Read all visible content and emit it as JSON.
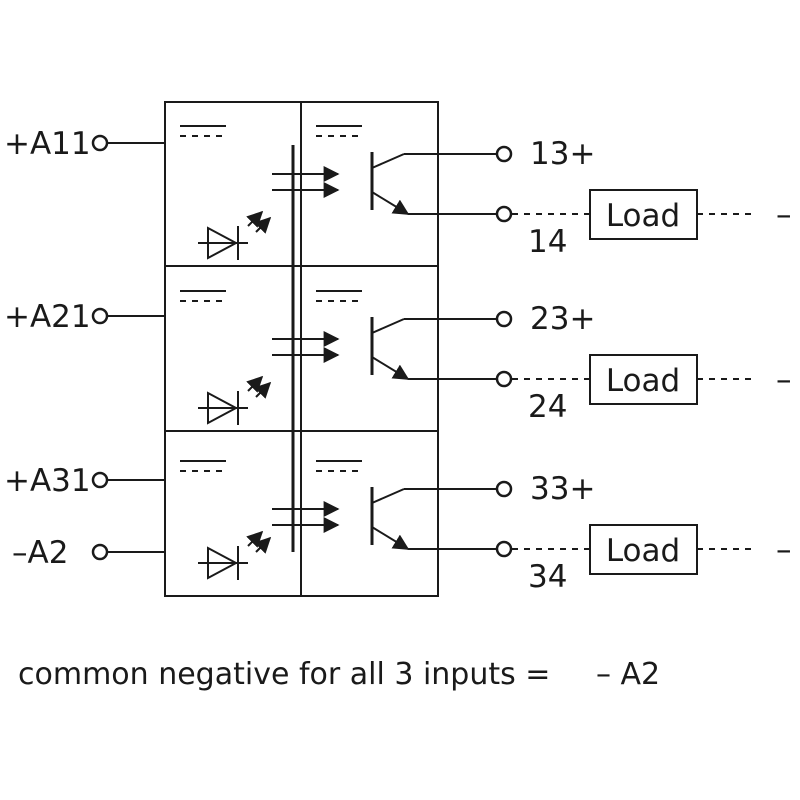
{
  "inputs": [
    {
      "label": "+A11"
    },
    {
      "label": "+A21"
    },
    {
      "label": "+A31"
    }
  ],
  "common": {
    "label": "–A2"
  },
  "channels": [
    {
      "plus_label": "13+",
      "out_label": "14",
      "load_label": "Load",
      "end_mark": "–"
    },
    {
      "plus_label": "23+",
      "out_label": "24",
      "load_label": "Load",
      "end_mark": "–"
    },
    {
      "plus_label": "33+",
      "out_label": "34",
      "load_label": "Load",
      "end_mark": "–"
    }
  ],
  "footnote": {
    "text": "common negative for all 3 inputs =",
    "ref": "– A2"
  }
}
